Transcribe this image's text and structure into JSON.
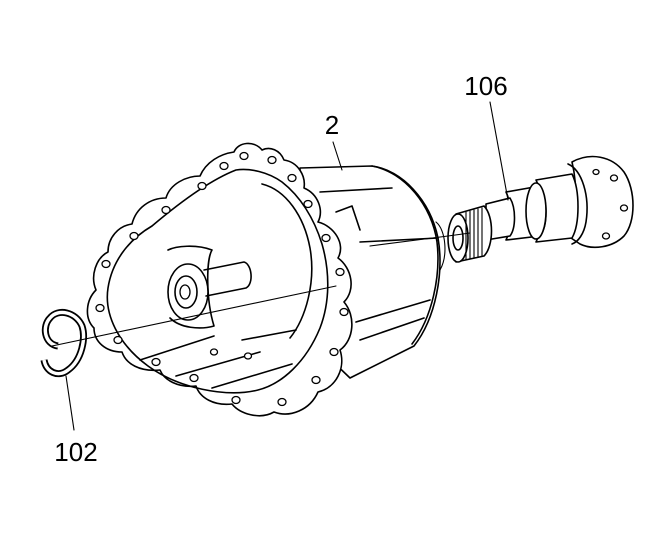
{
  "diagram": {
    "callouts": [
      {
        "id": "housing",
        "label": "2"
      },
      {
        "id": "snap-ring",
        "label": "102"
      },
      {
        "id": "shaft",
        "label": "106"
      }
    ]
  }
}
